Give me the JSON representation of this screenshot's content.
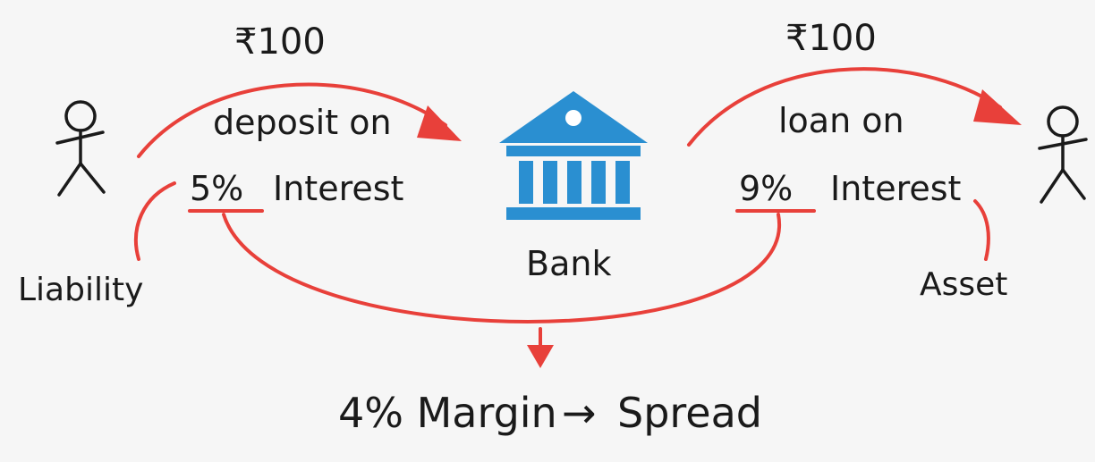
{
  "left_amount": "₹100",
  "right_amount": "₹100",
  "deposit": {
    "line1": "deposit on",
    "rate": "5%",
    "word": "Interest"
  },
  "loan": {
    "line1": "loan on",
    "rate": "9%",
    "word": "Interest"
  },
  "bank_label": "Bank",
  "liability_label": "Liability",
  "asset_label": "Asset",
  "result": {
    "margin": "4% Margin",
    "arrow": "→",
    "spread": "Spread"
  },
  "colors": {
    "arrow_red": "#e8403a",
    "bank_blue": "#2a8fd1",
    "ink": "#1a1a1a",
    "background": "#f6f6f6"
  },
  "icons": [
    "person-left-icon",
    "bank-icon",
    "person-right-icon"
  ]
}
